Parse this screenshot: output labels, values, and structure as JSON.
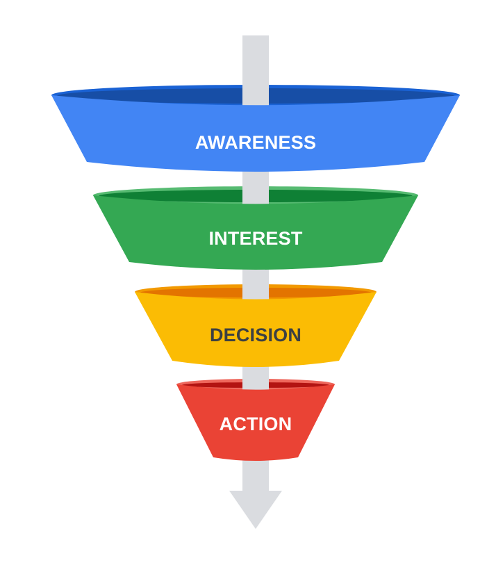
{
  "diagram": {
    "type": "funnel",
    "colors": {
      "pole": "#dadce0",
      "arrow": "#dadce0"
    },
    "stages": [
      {
        "label": "AWARENESS",
        "text_color": "#ffffff",
        "body_color": "#4285f4",
        "rim_color": "#1a62d4",
        "inner_color": "#174ea6"
      },
      {
        "label": "INTEREST",
        "text_color": "#ffffff",
        "body_color": "#34a853",
        "rim_color": "#57bb72",
        "inner_color": "#0f8035"
      },
      {
        "label": "DECISION",
        "text_color": "#3c4043",
        "body_color": "#fbbc04",
        "rim_color": "#f29900",
        "inner_color": "#e37400"
      },
      {
        "label": "ACTION",
        "text_color": "#ffffff",
        "body_color": "#ea4335",
        "rim_color": "#ee675c",
        "inner_color": "#b31412"
      }
    ]
  }
}
